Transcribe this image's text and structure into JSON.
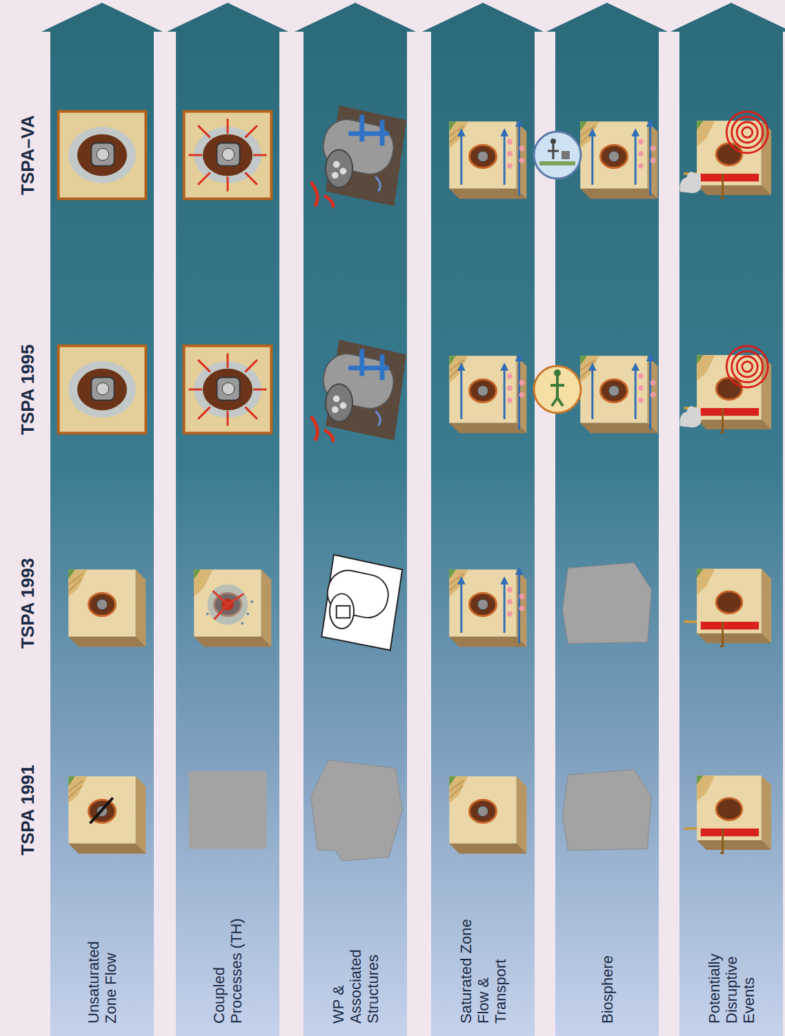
{
  "diagram": {
    "nodes": [
      {
        "text": [
          "Unsaturated Zone Flow"
        ]
      },
      {
        "text": [
          "Coupled Processes (TH)"
        ]
      },
      {
        "text": [
          "WP & Associated Structures"
        ]
      },
      {
        "text": [
          "Saturated Zone Flow & Transport"
        ]
      },
      {
        "text": [
          "Biosphere"
        ]
      },
      {
        "text": [
          "Potentially Disruptive Events"
        ]
      }
    ],
    "labels": [
      "TSPA 1991",
      "TSPA 1993",
      "TSPA 1995",
      "TSPA–VA"
    ]
  }
}
